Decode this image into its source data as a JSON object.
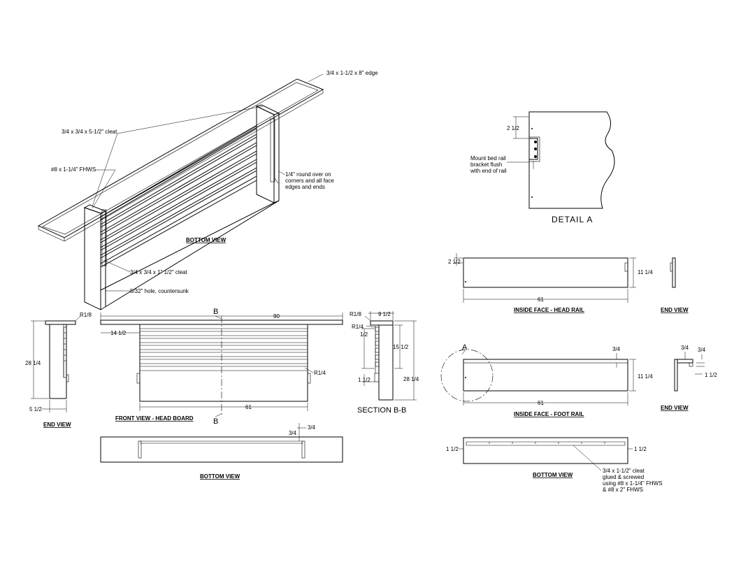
{
  "notes": {
    "edge": "3/4 x 1-1/2 x 8\" edge",
    "cleat_long": "3/4 x 3/4 x 5-1/2\" cleat",
    "screw": "#8 x 1-1/4\" FHWS",
    "round_1": "1/4\" round over on",
    "round_2": "corners and all face",
    "round_3": "edges and ends",
    "cleat_short": "3/4 x 3/4 x 1\" 1/2\" cleat",
    "hole": "5/32\" hole, countersunk",
    "mount_1": "Mount bed rail",
    "mount_2": "bracket flush",
    "mount_3": "with end of rail",
    "foot_cleat_1": "3/4 x 1-1/2\" cleat",
    "foot_cleat_2": "glued & screwed",
    "foot_cleat_3": "using #8 x 1-1/4\" FHWS",
    "foot_cleat_4": "& #8 x 2\" FHWS"
  },
  "titles": {
    "bottom_view_iso": "BOTTOM VIEW",
    "end_view_left": "END VIEW",
    "front_view": "FRONT VIEW - HEAD BOARD",
    "section": "SECTION  B-B",
    "bottom_view_front": "BOTTOM VIEW",
    "detail_a": "DETAIL  A",
    "inside_head": "INSIDE FACE - HEAD RAIL",
    "end_view_head": "END VIEW",
    "inside_foot": "INSIDE FACE - FOOT RAIL",
    "end_view_foot": "END VIEW",
    "bottom_view_foot": "BOTTOM VIEW"
  },
  "dims": {
    "ev_r18": "R1/8",
    "ev_28_14": "28 1/4",
    "ev_5_12": "5 1/2",
    "fv_90": "90",
    "fv_14_12": "14 1/2",
    "fv_r14": "R1/4",
    "fv_61": "61",
    "cut_b": "B",
    "sec_r18": "R1/8",
    "sec_9_12": "9 1/2",
    "sec_r14": "R1/4",
    "sec_12": "1/2",
    "sec_15_12": "15 1/2",
    "sec_1_12": "1 1/2",
    "sec_28_14": "28 1/4",
    "bv_34a": "3/4",
    "bv_34b": "3/4",
    "da_2_12": "2 1/2",
    "hr_2_12": "2 1/2",
    "hr_11_14": "11 1/4",
    "hr_61": "61",
    "fr_a": "A",
    "fr_34": "3/4",
    "fr_11_14": "11 1/4",
    "fr_61": "61",
    "fe_34a": "3/4",
    "fe_34b": "3/4",
    "fe_1_12": "1 1/2",
    "fb_1_12a": "1 1/2",
    "fb_1_12b": "1 1/2"
  }
}
